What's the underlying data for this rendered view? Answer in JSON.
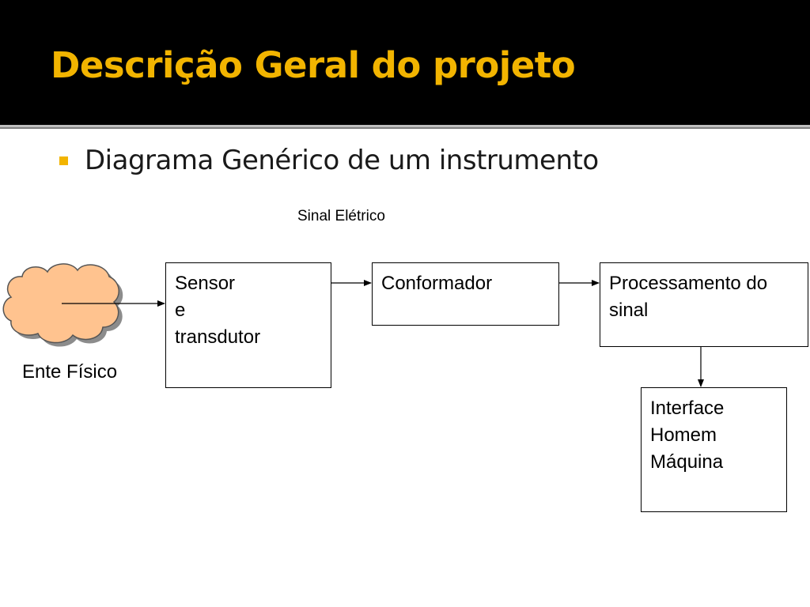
{
  "slide": {
    "title": "Descrição Geral do projeto",
    "bullet": "Diagrama Genérico de um instrumento"
  },
  "diagram": {
    "signal_label": "Sinal Elétrico",
    "physical_entity_label": "Ente Físico",
    "nodes": {
      "sensor": "Sensor\n e\ntransdutor",
      "conformador": "Conformador",
      "processamento": "Processamento do sinal",
      "interface": "Interface\nHomem\nMáquina"
    }
  },
  "colors": {
    "title_bar": "#000000",
    "title_text": "#f2b400",
    "bullet": "#f2b400",
    "cloud_fill": "#ffc38f",
    "cloud_stroke": "#555555",
    "cloud_shadow": "#8c8c8c"
  }
}
